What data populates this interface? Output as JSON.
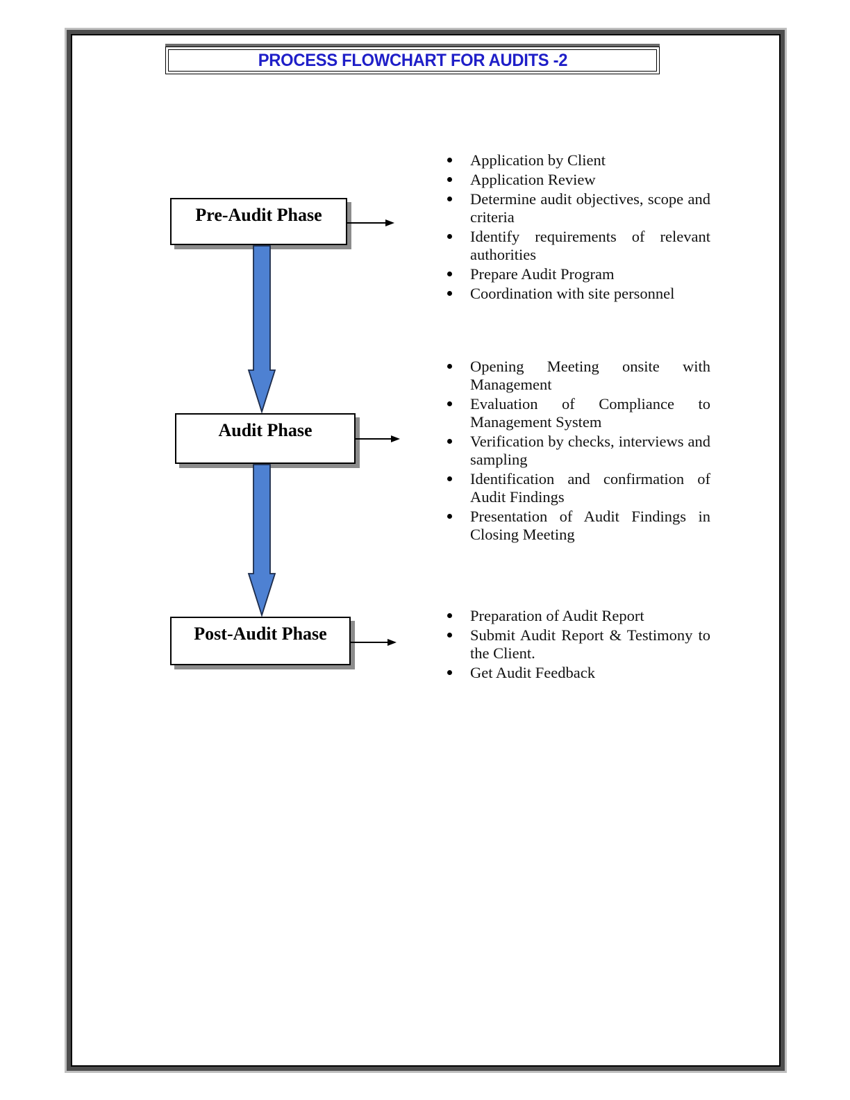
{
  "page": {
    "title": "PROCESS FLOWCHART FOR AUDITS -2"
  },
  "colors": {
    "title_blue": "#1F1FC8",
    "arrow_blue": "#4E81D2",
    "arrow_outline": "#1C2B4A",
    "box_shadow_gray": "#8C8C8C",
    "frame_dark": "#4D4D4D",
    "frame_light": "#BFBFBF"
  },
  "phases": [
    {
      "label": "Pre-Audit Phase",
      "bullets": [
        "Application by Client",
        "Application Review",
        "Determine audit objectives, scope and criteria",
        "Identify requirements of relevant authorities",
        "Prepare Audit Program",
        "Coordination with site personnel"
      ]
    },
    {
      "label": "Audit Phase",
      "bullets": [
        "Opening Meeting onsite with Management",
        "Evaluation of Compliance to Management System",
        "Verification by checks, interviews and sampling",
        "Identification and confirmation of Audit Findings",
        "Presentation of Audit Findings in Closing Meeting"
      ]
    },
    {
      "label": "Post-Audit Phase",
      "bullets": [
        "Preparation of Audit Report",
        "Submit Audit Report & Testimony to the Client.",
        "Get Audit Feedback"
      ]
    }
  ]
}
